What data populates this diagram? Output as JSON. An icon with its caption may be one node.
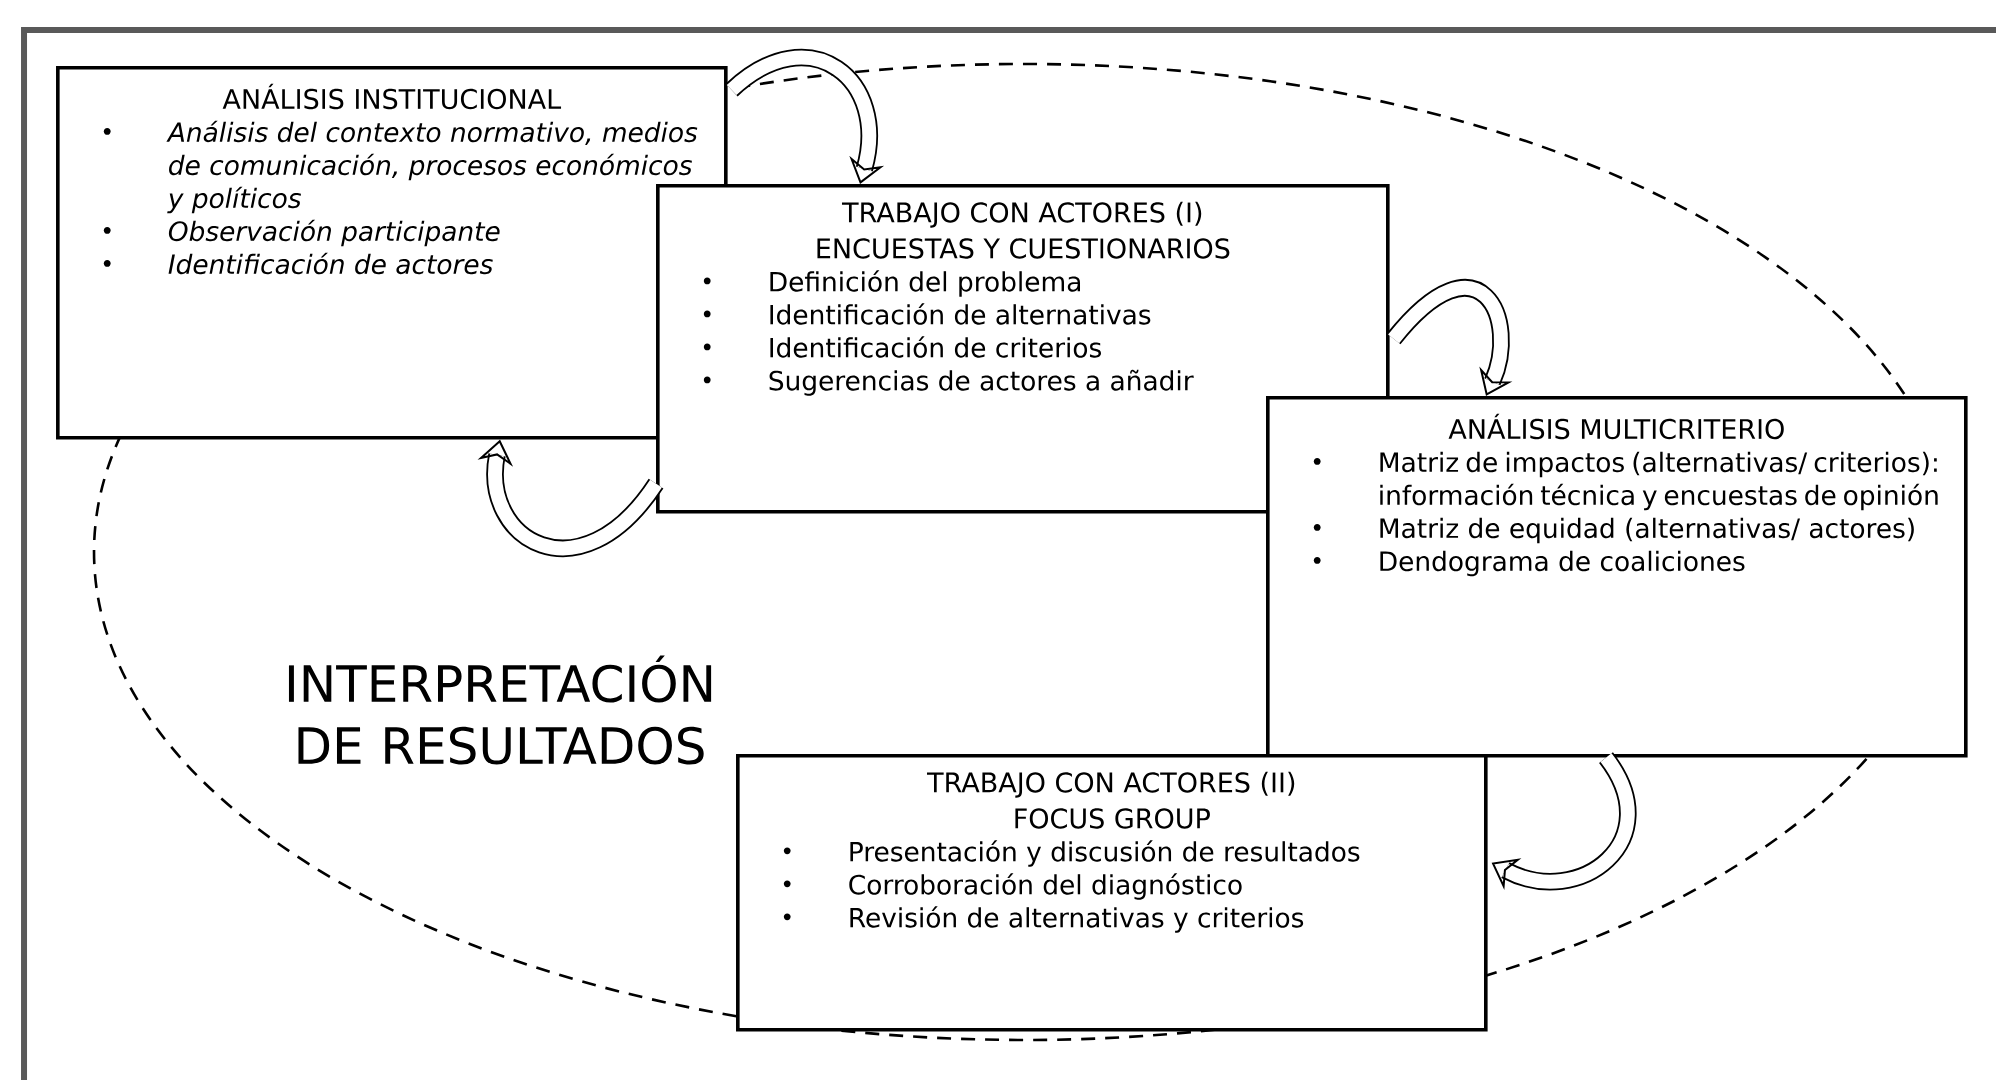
{
  "diagram": {
    "nodes": [
      {
        "text": [
          "ANÁLISIS INSTITUCIONAL",
          "Análisis del contexto normativo, medios de comunicación, procesos económicos y políticos",
          "Observación participante",
          "Identificación de actores"
        ]
      },
      {
        "text": [
          "TRABAJO CON ACTORES (I)",
          "ENCUESTAS Y CUESTIONARIOS",
          "Definición del problema",
          "Identificación de alternativas",
          "Identificación de criterios",
          "Sugerencias de actores a añadir"
        ]
      },
      {
        "text": [
          "ANÁLISIS MULTICRITERIO",
          "Matriz de impactos (alternativas/ criterios): información técnica y encuestas de opinión",
          "Matriz de equidad (alternativas/ actores)",
          "Dendograma de coaliciones"
        ]
      },
      {
        "text": [
          "TRABAJO CON ACTORES (II)",
          "FOCUS GROUP",
          "Presentación y discusión de resultados",
          "Corroboración del diagnóstico",
          "Revisión de alternativas y criterios"
        ]
      }
    ],
    "labels": [
      "INTERPRETACIÓN DE RESULTADOS"
    ],
    "edges": [
      {
        "from": 0,
        "to": 1,
        "arrow": "to"
      },
      {
        "from": 1,
        "to": 2,
        "arrow": "to"
      },
      {
        "from": 2,
        "to": 3,
        "arrow": "to"
      },
      {
        "from": 1,
        "to": 0,
        "arrow": "to"
      }
    ]
  }
}
